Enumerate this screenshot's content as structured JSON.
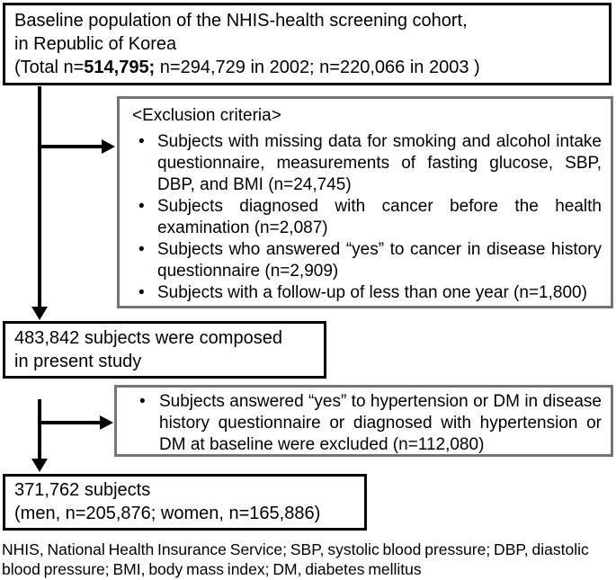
{
  "diagram": {
    "top_box": {
      "line1": "Baseline population of the NHIS-health screening cohort,",
      "line2": "in Republic of Korea",
      "line3_prefix": "(Total n=",
      "line3_bold": "514,795;",
      "line3_suffix": " n=294,729 in 2002; n=220,066 in 2003 )"
    },
    "exclusion_box_1": {
      "header": "<Exclusion criteria>",
      "bullets": [
        "Subjects with missing data for smoking and alcohol intake questionnaire, measurements of fasting glucose, SBP, DBP, and BMI (n=24,745)",
        "Subjects diagnosed with cancer before the health examination (n=2,087)",
        "Subjects who answered “yes” to cancer in disease history questionnaire (n=2,909)",
        "Subjects with a follow-up of less than one year (n=1,800)"
      ]
    },
    "middle_box": {
      "line1": "483,842 subjects were composed",
      "line2": "in present study"
    },
    "exclusion_box_2": {
      "bullets": [
        "Subjects answered “yes” to hypertension or DM in disease history questionnaire or diagnosed with hypertension or DM at baseline were excluded (n=112,080)"
      ]
    },
    "final_box": {
      "line1": "371,762 subjects",
      "line2": "(men, n=205,876; women, n=165,886)"
    },
    "footnote": "NHIS, National Health Insurance Service; SBP, systolic blood pressure; DBP, diastolic blood pressure; BMI, body mass index; DM, diabetes mellitus",
    "colors": {
      "main_border": "#000000",
      "exclusion_border": "#757575",
      "arrow": "#000000",
      "background": "#ffffff",
      "text": "#000000"
    }
  }
}
